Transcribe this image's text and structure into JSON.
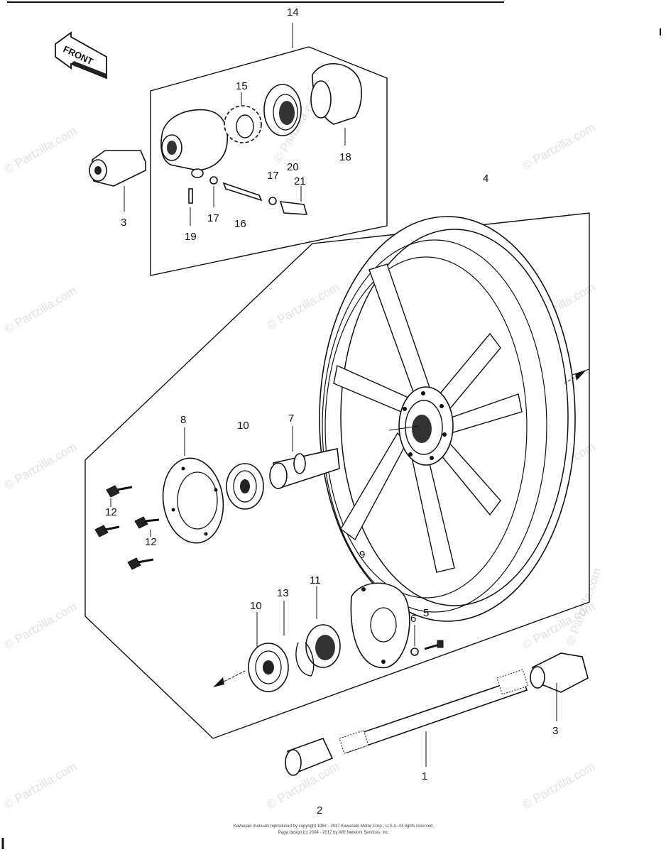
{
  "badge": {
    "label": "FRONT"
  },
  "watermark": {
    "text": "© Partzilla.com"
  },
  "callouts": {
    "c14": "14",
    "c15": "15",
    "c18": "18",
    "c20": "20",
    "c17a": "17",
    "c17b": "17",
    "c21": "21",
    "c19": "19",
    "c16": "16",
    "c3a": "3",
    "c4": "4",
    "c8": "8",
    "c10a": "10",
    "c7": "7",
    "c12a": "12",
    "c12b": "12",
    "c9": "9",
    "c10b": "10",
    "c13": "13",
    "c11": "11",
    "c6": "6",
    "c5": "5",
    "c3b": "3",
    "c1": "1",
    "c2": "2"
  },
  "footer": {
    "line1": "Kawasaki manuals reproduced by copyright 1984 - 2017 Kawasaki Motor Corp., U.S.A. All rights reserved.",
    "line2": "Page design (c) 2004 - 2017 by ARI Network Services, Inc."
  }
}
